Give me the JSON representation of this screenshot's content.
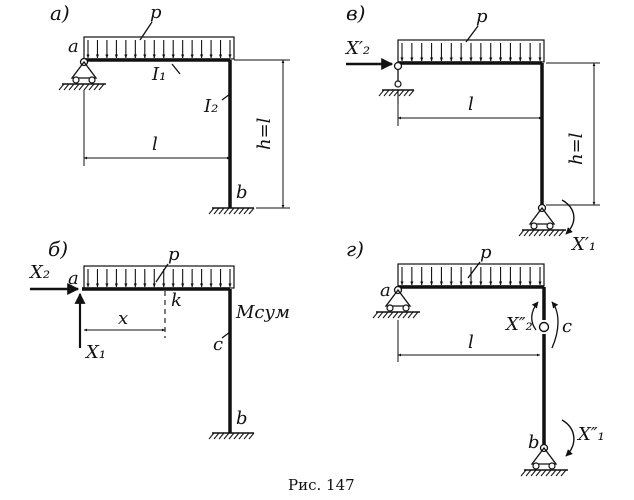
{
  "figure": {
    "caption": "Рис. 147",
    "panels": [
      {
        "id": "a",
        "panel_label": "а)",
        "load_label": "p",
        "node_a_label": "a",
        "node_b_label": "b",
        "inertia_beam_label": "I₁",
        "inertia_column_label": "I₂",
        "span_label": "l",
        "height_label": "h=l"
      },
      {
        "id": "v",
        "panel_label": "в)",
        "load_label": "p",
        "force_top_label": "X′₂",
        "moment_label": "X′₁",
        "span_label": "l",
        "height_label": "h=l"
      },
      {
        "id": "b",
        "panel_label": "б)",
        "load_label": "p",
        "node_a_label": "a",
        "node_k_label": "k",
        "node_c_label": "c",
        "node_b_label": "b",
        "force_left_label": "X₂",
        "force_down_label": "X₁",
        "x_label": "x",
        "moment_label": "Mсум"
      },
      {
        "id": "g",
        "panel_label": "г)",
        "load_label": "p",
        "node_a_label": "a",
        "node_c_label": "c",
        "node_b_label": "b",
        "hinge_force_label": "X″₂",
        "moment_label": "X″₁",
        "span_label": "l"
      }
    ]
  }
}
